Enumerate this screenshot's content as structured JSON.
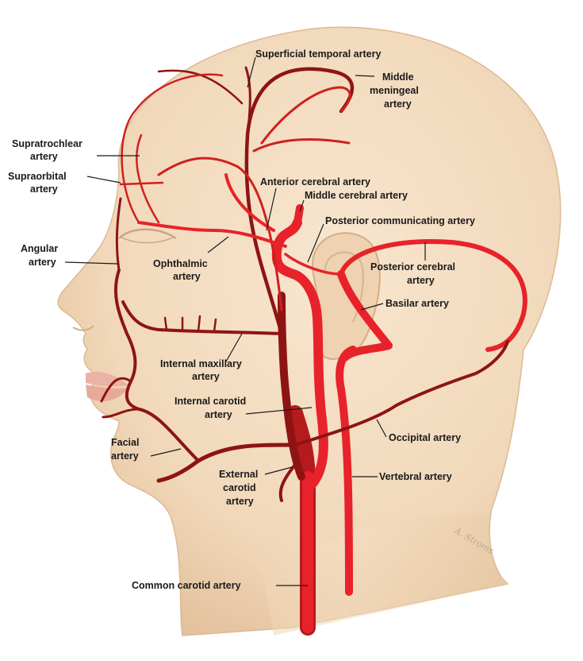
{
  "diagram": {
    "labels": {
      "superficial_temporal": "Superficial temporal artery",
      "middle_meningeal_1": "Middle",
      "middle_meningeal_2": "meningeal",
      "middle_meningeal_3": "artery",
      "supratrochlear_1": "Supratrochlear",
      "supratrochlear_2": "artery",
      "supraorbital_1": "Supraorbital",
      "supraorbital_2": "artery",
      "anterior_cerebral": "Anterior cerebral artery",
      "middle_cerebral": "Middle cerebral artery",
      "posterior_communicating": "Posterior communicating artery",
      "angular_1": "Angular",
      "angular_2": "artery",
      "ophthalmic_1": "Ophthalmic",
      "ophthalmic_2": "artery",
      "posterior_cerebral_1": "Posterior cerebral",
      "posterior_cerebral_2": "artery",
      "basilar": "Basilar artery",
      "internal_maxillary_1": "Internal maxillary",
      "internal_maxillary_2": "artery",
      "internal_carotid_1": "Internal carotid",
      "internal_carotid_2": "artery",
      "occipital": "Occipital artery",
      "facial_1": "Facial",
      "facial_2": "artery",
      "external_carotid_1": "External",
      "external_carotid_2": "carotid",
      "external_carotid_3": "artery",
      "vertebral": "Vertebral artery",
      "common_carotid": "Common carotid artery"
    },
    "signature": "A. Stroms",
    "colors": {
      "skin": "#f3dcc0",
      "skin_shade": "#e6c6a3",
      "artery": "#e8222a",
      "artery_dark": "#8e1414",
      "leader": "#1a1a1a"
    }
  }
}
